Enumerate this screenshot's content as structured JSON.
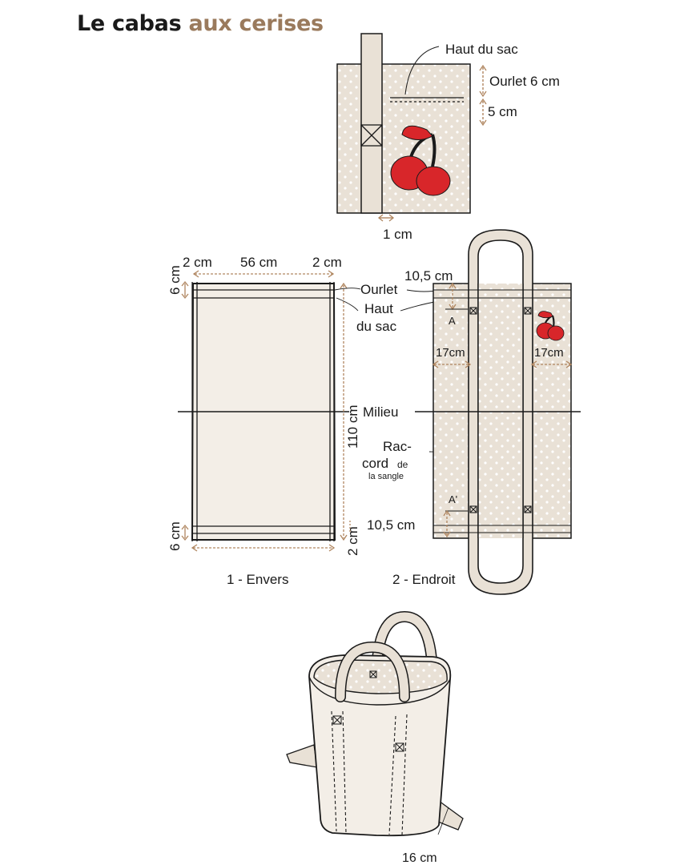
{
  "title": {
    "main": "Le cabas",
    "accent": "aux cerises"
  },
  "colors": {
    "fabric": "#e9e1d6",
    "dots": "#ffffff",
    "line": "#1a1a1a",
    "dim": "#b08660",
    "cherry": "#d8262a",
    "title_accent": "#9a7a5c"
  },
  "top_detail": {
    "labels": {
      "haut_du_sac": "Haut du sac",
      "ourlet": "Ourlet 6 cm",
      "five_cm": "5 cm",
      "one_cm": "1 cm"
    }
  },
  "panel_envers": {
    "dims": {
      "left": "2 cm",
      "center": "56 cm",
      "right": "2 cm",
      "top_hem": "6 cm",
      "bottom_hem": "6 cm",
      "height": "110 cm",
      "bottom_small": "2 cm"
    },
    "caption": "1 - Envers"
  },
  "middle_labels": {
    "ourlet": "Ourlet",
    "haut": "Haut",
    "du_sac": "du sac",
    "milieu": "Milieu",
    "rac": "Rac-",
    "cord": "cord",
    "de": "de",
    "la_sangle": "la sangle"
  },
  "panel_endroit": {
    "dims": {
      "top": "10,5 cm",
      "bottom": "10,5 cm",
      "left_17": "17cm",
      "right_17": "17cm"
    },
    "marks": {
      "a_top": "A",
      "a_bottom": "A'"
    },
    "caption": "2 - Endroit"
  },
  "bag_3d": {
    "label": "16 cm"
  }
}
